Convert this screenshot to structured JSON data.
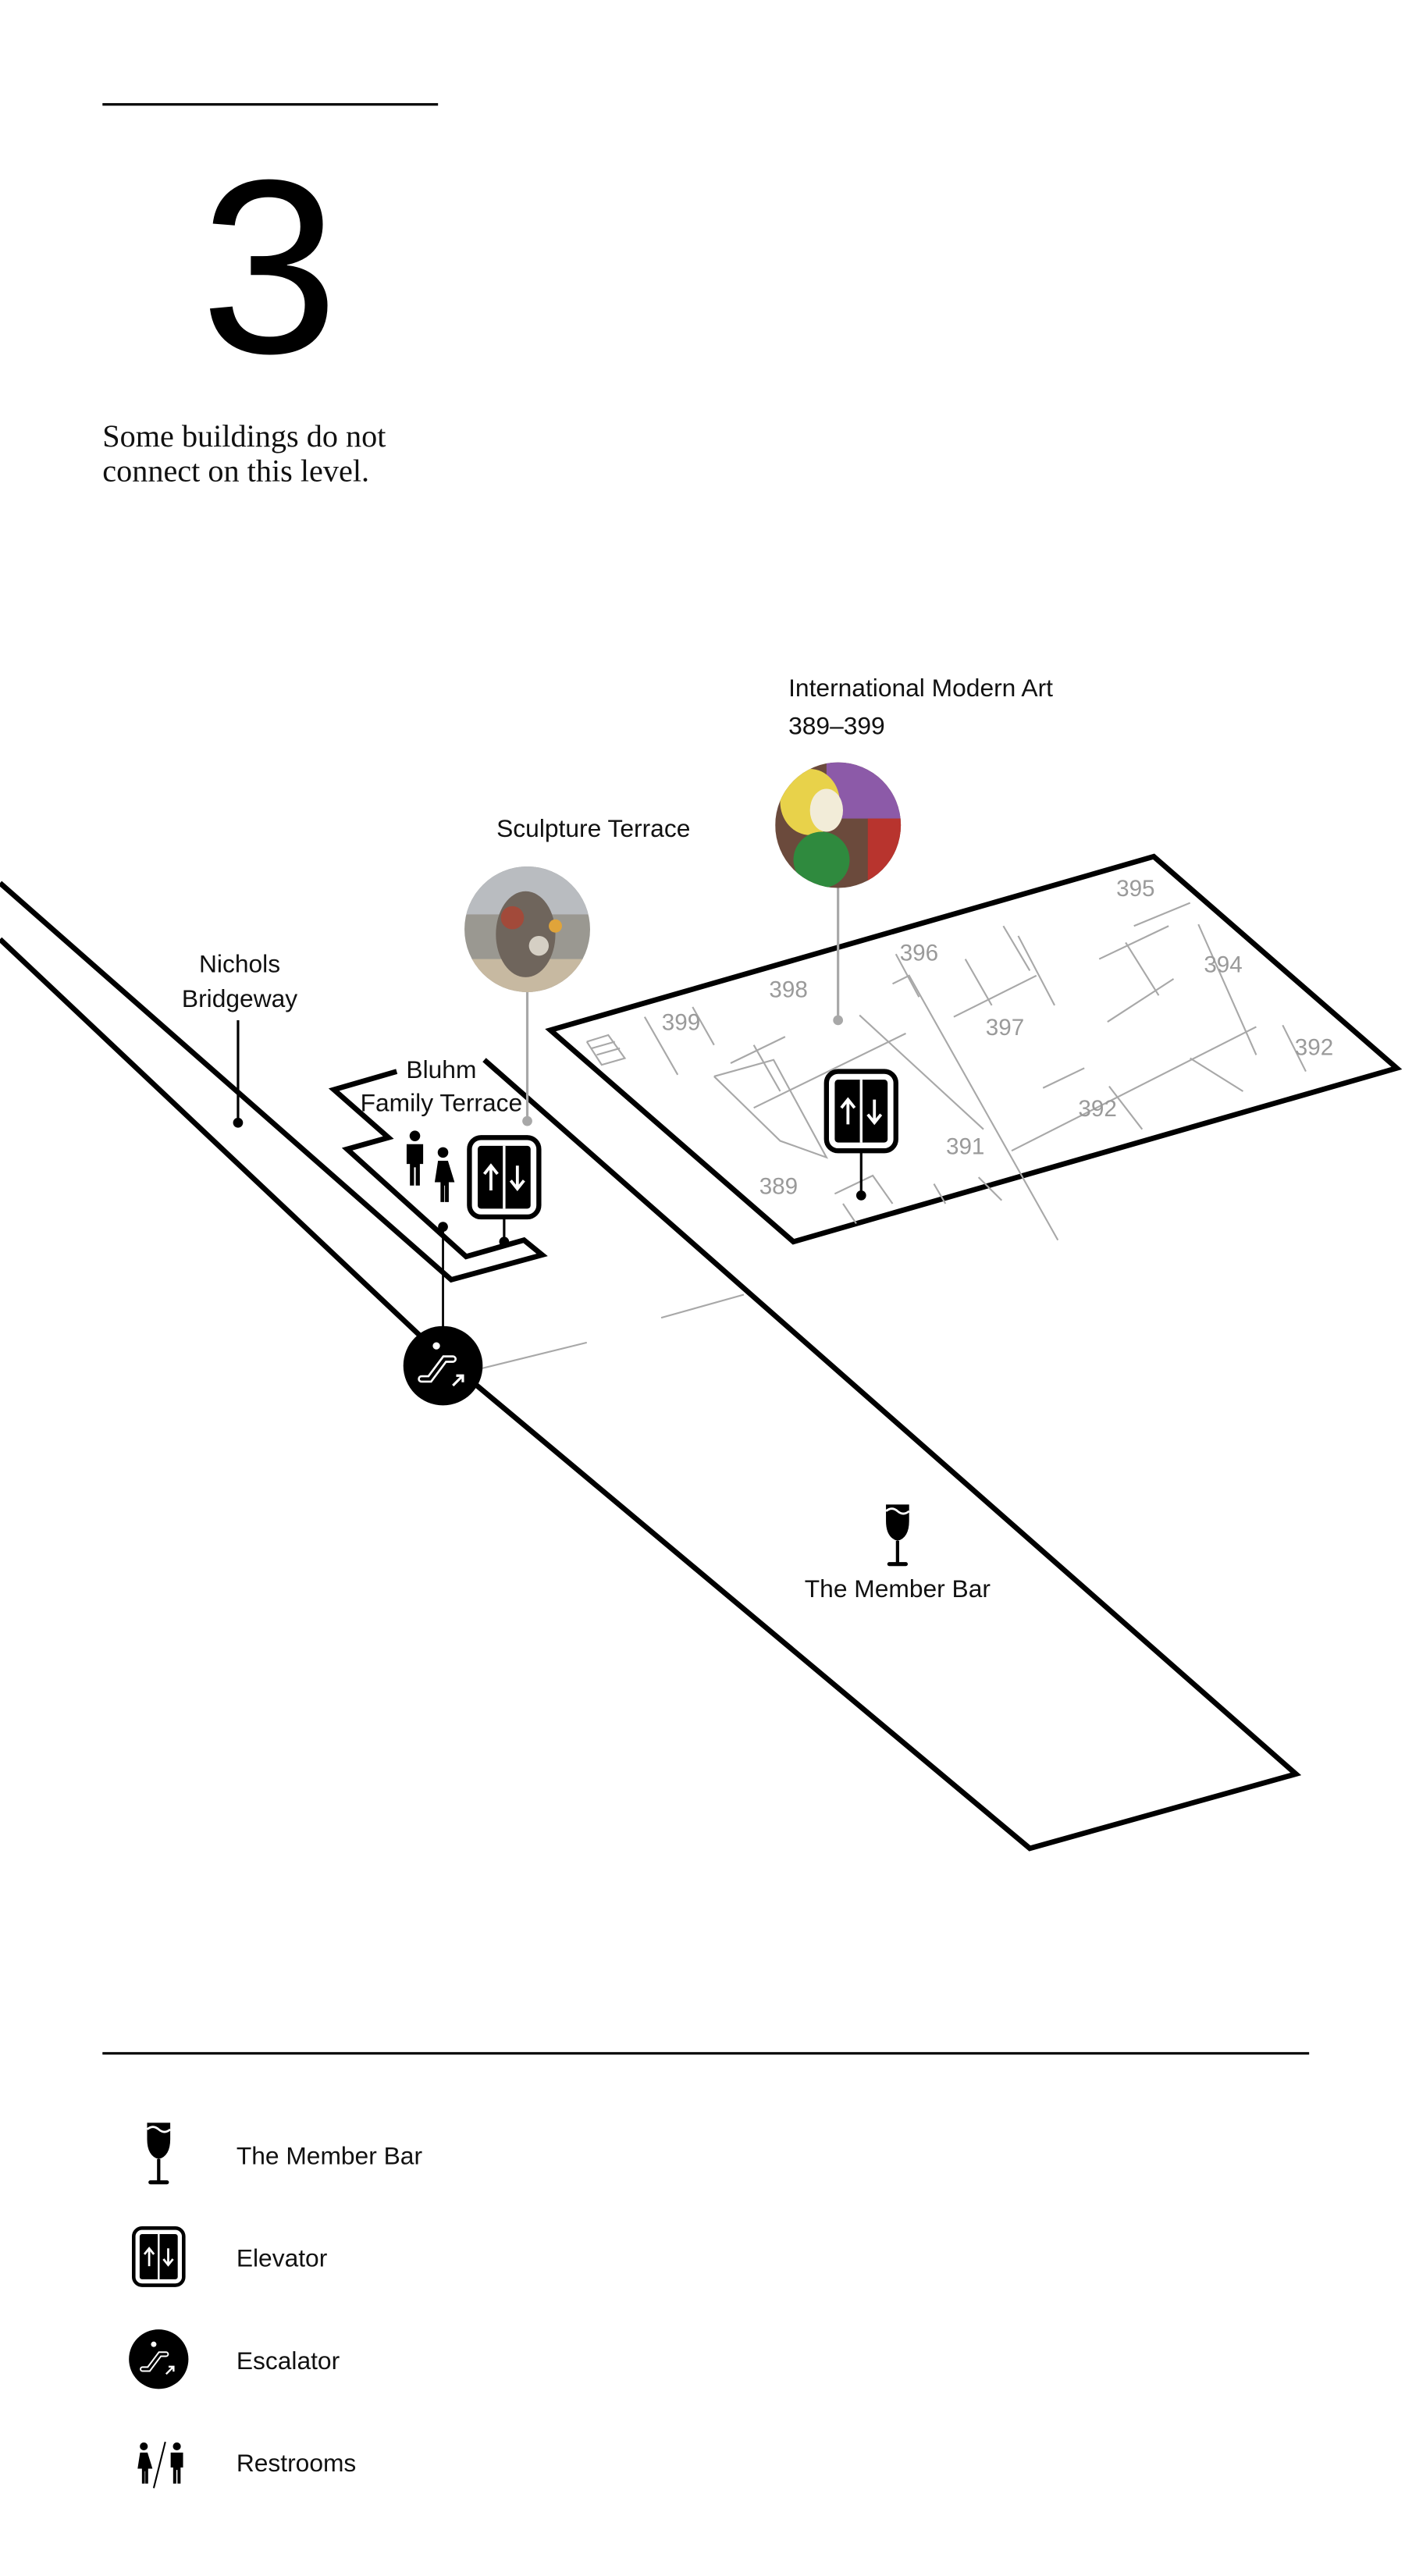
{
  "floor": {
    "number": "3",
    "note_line1": "Some buildings do not",
    "note_line2": "connect on this level."
  },
  "map": {
    "nichols_line1": "Nichols",
    "nichols_line2": "Bridgeway",
    "bluhm_line1": "Bluhm",
    "bluhm_line2": "Family Terrace",
    "sculpture_terrace": "Sculpture Terrace",
    "ima_line1": "International Modern Art",
    "ima_line2": "389–399",
    "member_bar": "The Member Bar",
    "rooms": [
      "395",
      "396",
      "398",
      "399",
      "397",
      "394",
      "392",
      "392",
      "391",
      "389"
    ]
  },
  "legend": {
    "items": [
      {
        "label": "The Member Bar",
        "icon": "wine-glass-icon"
      },
      {
        "label": "Elevator",
        "icon": "elevator-icon"
      },
      {
        "label": "Escalator",
        "icon": "escalator-icon"
      },
      {
        "label": "Restrooms",
        "icon": "restrooms-icon"
      }
    ]
  },
  "colors": {
    "ink": "#000000",
    "room_gray": "#9a9a9a",
    "line_gray": "#a8a8a8"
  }
}
